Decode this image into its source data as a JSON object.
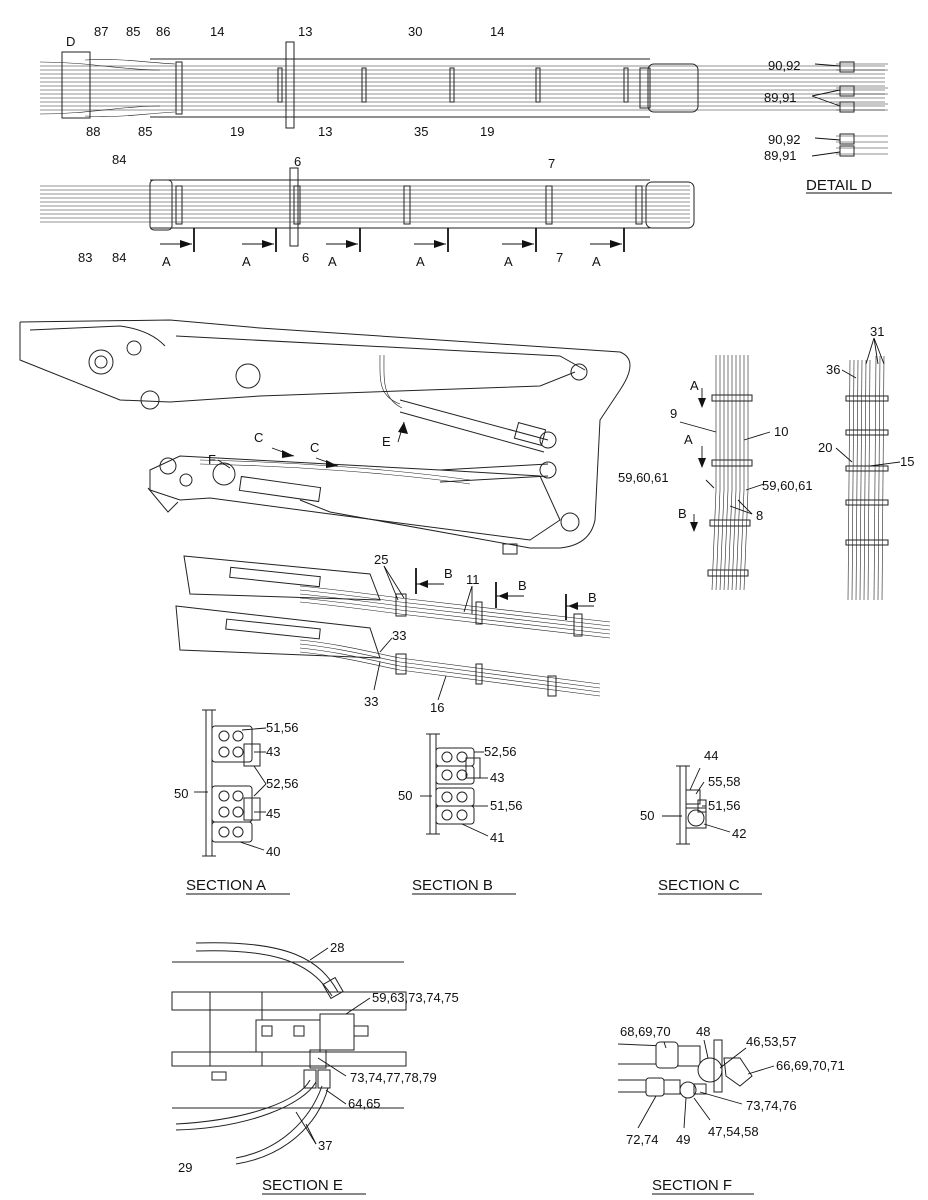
{
  "labels": {
    "d": "D",
    "n87": "87",
    "n85a": "85",
    "n86": "86",
    "n14a": "14",
    "n13a": "13",
    "n30": "30",
    "n14b": "14",
    "n88": "88",
    "n85b": "85",
    "n19a": "19",
    "n13b": "13",
    "n35": "35",
    "n19b": "19",
    "n84a": "84",
    "n6a": "6",
    "n7a": "7",
    "n83": "83",
    "n84b": "84",
    "n6b": "6",
    "n7b": "7",
    "a1": "A",
    "a2": "A",
    "a3": "A",
    "a4": "A",
    "a5": "A",
    "a6": "A",
    "d9092a": "90,92",
    "d8991a": "89,91",
    "d9092b": "90,92",
    "d8991b": "89,91",
    "c1": "C",
    "c2": "C",
    "f": "F",
    "e": "E",
    "aa1": "A",
    "aa2": "A",
    "n9": "9",
    "n10": "10",
    "n596061a": "59,60,61",
    "n596061b": "59,60,61",
    "bb": "B",
    "n8": "8",
    "n31": "31",
    "n36": "36",
    "n20": "20",
    "n15": "15",
    "n25": "25",
    "b1": "B",
    "b2": "B",
    "b3": "B",
    "n11": "11",
    "n33a": "33",
    "n33b": "33",
    "n16": "16",
    "sa5156": "51,56",
    "sa43": "43",
    "sa5256": "52,56",
    "sa50": "50",
    "sa45": "45",
    "sa40": "40",
    "sb5256": "52,56",
    "sb43": "43",
    "sb50": "50",
    "sb5156": "51,56",
    "sb41": "41",
    "sc44": "44",
    "sc5558": "55,58",
    "sc50": "50",
    "sc5156": "51,56",
    "sc42": "42",
    "se28": "28",
    "se59": "59,63,73,74,75",
    "se73": "73,74,77,78,79",
    "se6465": "64,65",
    "se37": "37",
    "se29": "29",
    "sf68": "68,69,70",
    "sf48": "48",
    "sf46": "46,53,57",
    "sf66": "66,69,70,71",
    "sf73": "73,74,76",
    "sf72": "72,74",
    "sf49": "49",
    "sf47": "47,54,58"
  },
  "titles": {
    "detail_d": "DETAIL  D",
    "section_a": "SECTION  A",
    "section_b": "SECTION  B",
    "section_c": "SECTION  C",
    "section_e": "SECTION  E",
    "section_f": "SECTION  F"
  }
}
